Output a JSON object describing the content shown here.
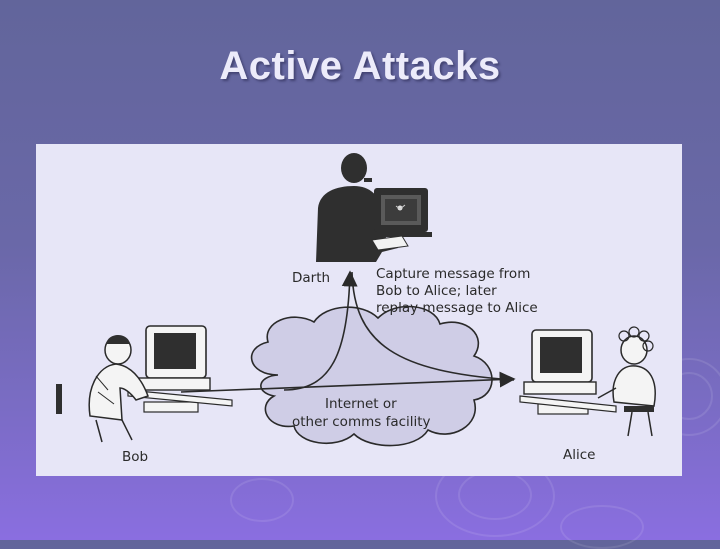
{
  "slide": {
    "title": "Active Attacks"
  },
  "diagram": {
    "attacker_label": "Darth",
    "annotation_lines": [
      "Capture message from",
      "Bob to Alice; later",
      "replay message to Alice"
    ],
    "network_lines": [
      "Internet or",
      "other comms facility"
    ],
    "sender_label": "Bob",
    "receiver_label": "Alice",
    "colors": {
      "background_panel": "#e7e6f7",
      "ink": "#2a2a2a",
      "cloud_fill": "#cfcde6"
    }
  }
}
